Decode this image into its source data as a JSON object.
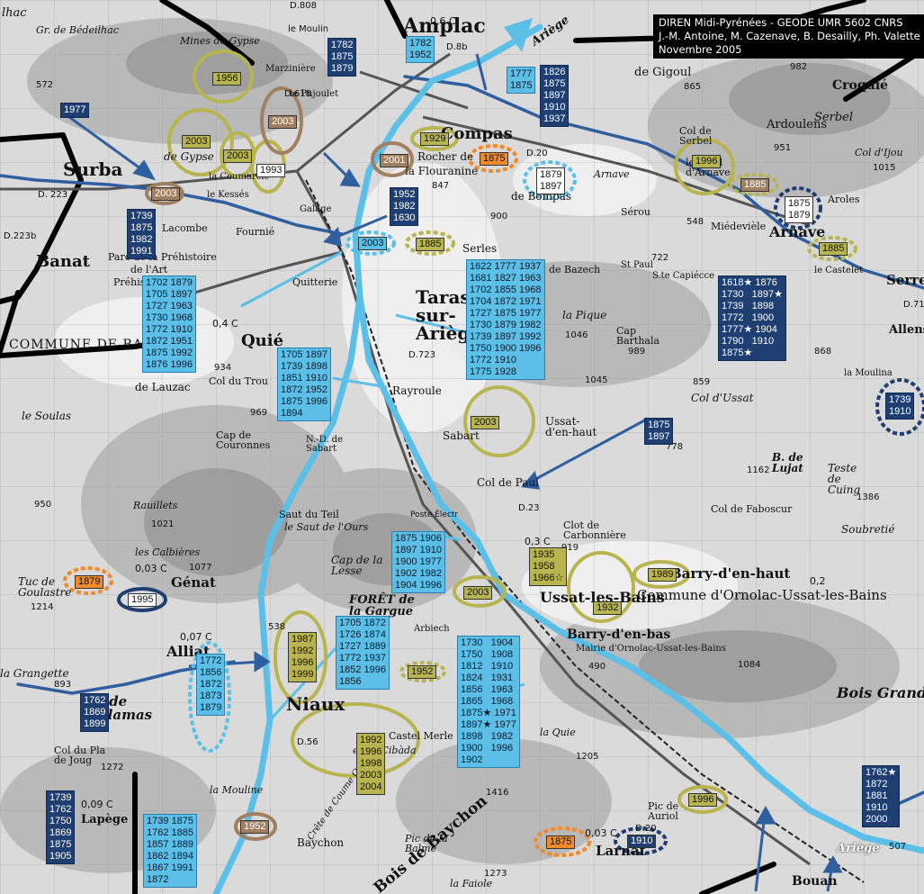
{
  "credit": {
    "line1": "DIREN Midi-Pyrénées - GEODE UMR 5602 CNRS",
    "line2": "J.-M. Antoine, M. Cazenave, B. Desailly, Ph. Valette",
    "line3": "Novembre 2005"
  },
  "colors": {
    "river": "#5bbfe8",
    "stream": "#2f5f9f",
    "border": "#000000",
    "olive": "#b8b44f",
    "orange": "#f08a2a",
    "tan": "#a08060",
    "navy": "#1f3f73"
  },
  "place_names": [
    {
      "id": "lhac",
      "text": "lhac"
    },
    {
      "id": "bedheilhac",
      "text": "Gr. de Bédeilhac"
    },
    {
      "id": "mines-gypse",
      "text": "Mines de Gypse"
    },
    {
      "id": "marzaniere",
      "text": "Marzinière"
    },
    {
      "id": "le-moulin",
      "text": "le Moulin"
    },
    {
      "id": "pujoulet",
      "text": "le Pujoulet"
    },
    {
      "id": "amplac",
      "text": "Amplac"
    },
    {
      "id": "de-gigoul",
      "text": "de Gigoul"
    },
    {
      "id": "croquie",
      "text": "Croquié"
    },
    {
      "id": "serbel",
      "text": "Serbel"
    },
    {
      "id": "col-serbel",
      "text": "Col de Serbel"
    },
    {
      "id": "ardoulens",
      "text": "Ardoulens"
    },
    {
      "id": "col-ijou",
      "text": "Col d'Ijou"
    },
    {
      "id": "surba",
      "text": "Surba"
    },
    {
      "id": "gypse",
      "text": "de Gypse"
    },
    {
      "id": "kesses",
      "text": "le Kessés"
    },
    {
      "id": "coumarciere",
      "text": "la Coumarciè"
    },
    {
      "id": "compas",
      "text": "Compas"
    },
    {
      "id": "rocher",
      "text": "Rocher de"
    },
    {
      "id": "flouranine",
      "text": "la Flouranine"
    },
    {
      "id": "bompas",
      "text": "de Bompas"
    },
    {
      "id": "fond-arnave",
      "text": "le Fond d'Arnave"
    },
    {
      "id": "arnave-river",
      "text": "Arnave"
    },
    {
      "id": "aroles",
      "text": "Aroles"
    },
    {
      "id": "serou",
      "text": "Sérou"
    },
    {
      "id": "miedeviele",
      "text": "Miédevièle"
    },
    {
      "id": "arnave",
      "text": "Arnave"
    },
    {
      "id": "banat",
      "text": "Banat"
    },
    {
      "id": "lacombe",
      "text": "Lacombe"
    },
    {
      "id": "parc-prehistoire",
      "text": "Parc de la Préhistoire"
    },
    {
      "id": "art",
      "text": "de l'Art"
    },
    {
      "id": "prehisto",
      "text": "Préhisto"
    },
    {
      "id": "fournie",
      "text": "Fournié"
    },
    {
      "id": "galage",
      "text": "Galage"
    },
    {
      "id": "serles",
      "text": "Serles"
    },
    {
      "id": "bazech",
      "text": "de Bazech"
    },
    {
      "id": "st-paul",
      "text": "St Paul"
    },
    {
      "id": "capiecce",
      "text": "S.te Capiécce"
    },
    {
      "id": "castelet",
      "text": "le Castelet"
    },
    {
      "id": "serre",
      "text": "Serre"
    },
    {
      "id": "quitterie",
      "text": "Quitterie"
    },
    {
      "id": "quie",
      "text": "Quié"
    },
    {
      "id": "tarascon",
      "text": "Tarascon-sur-Ariège"
    },
    {
      "id": "la-pique",
      "text": "la Pique"
    },
    {
      "id": "cap-barthala",
      "text": "Cap Barthala"
    },
    {
      "id": "allens",
      "text": "Allens"
    },
    {
      "id": "la-moulina",
      "text": "la Moulina"
    },
    {
      "id": "banat-dom",
      "text": "COMMUNE DE BANAT"
    },
    {
      "id": "lauzac",
      "text": "de Lauzac"
    },
    {
      "id": "col-du-trou",
      "text": "Col du Trou"
    },
    {
      "id": "le-soulas",
      "text": "le Soulas"
    },
    {
      "id": "rayroule",
      "text": "Rayroule"
    },
    {
      "id": "sabart",
      "text": "Sabart"
    },
    {
      "id": "ussat-haut",
      "text": "Ussat-d'en-haut"
    },
    {
      "id": "col-ussat",
      "text": "Col d'Ussat"
    },
    {
      "id": "lujat",
      "text": "B. de Lujat"
    },
    {
      "id": "teste-cuing",
      "text": "Teste de Cuing"
    },
    {
      "id": "cap-couronnes",
      "text": "Cap de Couronnes"
    },
    {
      "id": "nd-sabart",
      "text": "N.-D. de Sabart"
    },
    {
      "id": "col-paul",
      "text": "Col de Paul"
    },
    {
      "id": "fabocsur",
      "text": "Col de Faboscur"
    },
    {
      "id": "soubretie",
      "text": "Soubretié"
    },
    {
      "id": "rauillets",
      "text": "Rauillets"
    },
    {
      "id": "saut-teil",
      "text": "Saut du Teil"
    },
    {
      "id": "saut-ours",
      "text": "le Saut de l'Ours"
    },
    {
      "id": "poste",
      "text": "Poste Électr"
    },
    {
      "id": "clot",
      "text": "Clot de Carbonnière"
    },
    {
      "id": "calbieres",
      "text": "les Calbières"
    },
    {
      "id": "cap-lesse",
      "text": "Cap de la Lesse"
    },
    {
      "id": "tuc",
      "text": "Tuc de Goulastre"
    },
    {
      "id": "genat",
      "text": "Génat"
    },
    {
      "id": "foret",
      "text": "FORÊT de la Gargue"
    },
    {
      "id": "barry-haut",
      "text": "Barry-d'en-haut"
    },
    {
      "id": "ussat-bains",
      "text": "Ussat-les-Bains"
    },
    {
      "id": "commune-ornolac",
      "text": "Commune d'Ornolac-Ussat-les-Bains"
    },
    {
      "id": "alliat",
      "text": "Alliat"
    },
    {
      "id": "arbiech",
      "text": "Arbiech"
    },
    {
      "id": "barry-bas",
      "text": "Barry-d'en-bas"
    },
    {
      "id": "mairie",
      "text": "Mairie d'Ornolac-Ussat-les-Bains"
    },
    {
      "id": "grangette",
      "text": "la Grangette"
    },
    {
      "id": "calamas",
      "text": "B. de Calamas"
    },
    {
      "id": "niaux",
      "text": "Niaux"
    },
    {
      "id": "bois-grand",
      "text": "Bois Grand"
    },
    {
      "id": "castel-merle",
      "text": "Castel Merle"
    },
    {
      "id": "cibada",
      "text": "et de Cibàda"
    },
    {
      "id": "la-quie",
      "text": "la Quie"
    },
    {
      "id": "col-joug",
      "text": "Col du Pla de Joug"
    },
    {
      "id": "la-mouline",
      "text": "la Mouline"
    },
    {
      "id": "lapege",
      "text": "Lapège"
    },
    {
      "id": "coume-quine",
      "text": "Crête de Coume Quine"
    },
    {
      "id": "baychon",
      "text": "Baychon"
    },
    {
      "id": "bois-baychon",
      "text": "Bois de Baychon"
    },
    {
      "id": "pic-balme",
      "text": "Pic de la Balme"
    },
    {
      "id": "pic-auriol",
      "text": "Pic de Auriol"
    },
    {
      "id": "larnat",
      "text": "Larnat"
    },
    {
      "id": "ariege-bottom",
      "text": "Ariège"
    },
    {
      "id": "ariege-top",
      "text": "Ariège"
    },
    {
      "id": "bouan",
      "text": "Bouan"
    },
    {
      "id": "la-faiole",
      "text": "la Faiole"
    }
  ],
  "flood_year_labels": [
    {
      "id": "box-1782-1875-1879-a",
      "text": "1782\n1875\n1879"
    },
    {
      "id": "box-1782-1952",
      "text": "1782\n1952"
    },
    {
      "id": "box-1777-1875",
      "text": "1777\n1875"
    },
    {
      "id": "box-1826-1937",
      "text": "1826\n1875\n1897\n1910\n1937"
    },
    {
      "id": "box-1977",
      "text": "1977"
    },
    {
      "id": "box-1739-1991",
      "text": "1739\n1875\n1982\n1991"
    },
    {
      "id": "box-1952-1630",
      "text": "1952\n1982\n1630"
    },
    {
      "id": "box-tarascon-left",
      "text": "1702 1879\n1705 1897\n1727 1963\n1730 1968\n1772 1910\n1872 1951\n1875 1992\n1876 1996"
    },
    {
      "id": "box-tarascon-right",
      "text": "1622 1777 1937\n1681 1827 1963\n1702 1855 1968\n1704 1872 1971\n1727 1875 1977\n1730 1879 1982\n1739 1897 1992\n1750 1900 1996\n1772 1910\n1775 1928"
    },
    {
      "id": "box-arnave",
      "text": "1618★ 1876\n1730   1897★\n1739   1898\n1772   1900\n1777★ 1904\n1790   1910\n1875★"
    },
    {
      "id": "box-rayroule",
      "text": "1705 1897\n1739 1898\n1851 1910\n1872 1952\n1875 1996\n1894"
    },
    {
      "id": "box-1875-1897-ussat",
      "text": "1875\n1897"
    },
    {
      "id": "box-1739-1910",
      "text": "1739\n1910"
    },
    {
      "id": "box-sabart",
      "text": "1875 1906\n1897 1910\n1900 1977\n1902 1982\n1904 1996"
    },
    {
      "id": "box-niaux",
      "text": "1705 1872\n1726 1874\n1727 1889\n1772 1937\n1852 1996\n1856"
    },
    {
      "id": "box-quie",
      "text": "1730   1904\n1750   1908\n1812   1910\n1824   1931\n1856   1963\n1865   1968\n1875★ 1971\n1897★ 1977\n1898   1982\n1900   1996\n1902"
    },
    {
      "id": "box-calamas",
      "text": "1772\n1856\n1872\n1873\n1879"
    },
    {
      "id": "box-grangette",
      "text": "1762\n1869\n1899"
    },
    {
      "id": "box-lapege",
      "text": "1739\n1762\n1750\n1869\n1875\n1905"
    },
    {
      "id": "box-bottom",
      "text": "1739 1875\n1762 1885\n1857 1889\n1862 1894\n1867 1991\n1872"
    },
    {
      "id": "box-bouan",
      "text": "1762★\n1872\n1881\n1910\n2000"
    }
  ],
  "event_tags": [
    {
      "id": "t1956",
      "text": "1956",
      "style": "olive"
    },
    {
      "id": "t2003-a",
      "text": "2003",
      "style": "olive"
    },
    {
      "id": "t2003-b",
      "text": "2003",
      "style": "olive"
    },
    {
      "id": "t1993",
      "text": "1993",
      "style": "white"
    },
    {
      "id": "t2003-c",
      "text": "2003",
      "style": "tan"
    },
    {
      "id": "t2003-d",
      "text": "2003",
      "style": "tan"
    },
    {
      "id": "t1929",
      "text": "1929",
      "style": "olive"
    },
    {
      "id": "t2001",
      "text": "2001",
      "style": "tan"
    },
    {
      "id": "t1875-o",
      "text": "1875",
      "style": "orange"
    },
    {
      "id": "t1879-1897",
      "text": "1879\n1897",
      "style": "white"
    },
    {
      "id": "t1996-a",
      "text": "1996",
      "style": "olive"
    },
    {
      "id": "t1885-a",
      "text": "1885",
      "style": "tan"
    },
    {
      "id": "t1875-1879",
      "text": "1875\n1879",
      "style": "white"
    },
    {
      "id": "t2003-e",
      "text": "2003",
      "style": "lightblue"
    },
    {
      "id": "t1885-b",
      "text": "1885",
      "style": "olive"
    },
    {
      "id": "t1885-c",
      "text": "1885",
      "style": "olive"
    },
    {
      "id": "t2003-f",
      "text": "2003",
      "style": "olive"
    },
    {
      "id": "t1935",
      "text": "1935\n1958\n1966☆",
      "style": "olive"
    },
    {
      "id": "t1989",
      "text": "1989",
      "style": "olive"
    },
    {
      "id": "t1932",
      "text": "1932",
      "style": "olive"
    },
    {
      "id": "t2003-g",
      "text": "2003",
      "style": "olive"
    },
    {
      "id": "t1879-o",
      "text": "1879",
      "style": "orange"
    },
    {
      "id": "t1995",
      "text": "1995",
      "style": "white"
    },
    {
      "id": "t1987",
      "text": "1987\n1992\n1996\n1999",
      "style": "olive"
    },
    {
      "id": "t1952-a",
      "text": "1952",
      "style": "olive"
    },
    {
      "id": "t1992-2004",
      "text": "1992\n1996\n1998\n2003\n2004",
      "style": "olive"
    },
    {
      "id": "t1996-b",
      "text": "1996",
      "style": "olive"
    },
    {
      "id": "t1952-b",
      "text": "1952",
      "style": "tan"
    },
    {
      "id": "t1875-o2",
      "text": "1875",
      "style": "orange"
    },
    {
      "id": "t1910",
      "text": "1910",
      "style": "navy"
    }
  ],
  "road_labels": [
    {
      "id": "d808",
      "text": "D.808"
    },
    {
      "id": "d223",
      "text": "D. 223"
    },
    {
      "id": "d223b",
      "text": "D.223b"
    },
    {
      "id": "d20",
      "text": "D.20"
    },
    {
      "id": "d20b",
      "text": "D.20"
    },
    {
      "id": "d23",
      "text": "D.23"
    },
    {
      "id": "d723",
      "text": "D.723"
    },
    {
      "id": "d618",
      "text": "D.618"
    },
    {
      "id": "d56",
      "text": "D.56"
    },
    {
      "id": "d8b",
      "text": "D.8b"
    },
    {
      "id": "d71",
      "text": "D.71"
    }
  ],
  "numbers": [
    {
      "id": "n572",
      "text": "572"
    },
    {
      "id": "n865",
      "text": "865"
    },
    {
      "id": "n982",
      "text": "982"
    },
    {
      "id": "n951",
      "text": "951"
    },
    {
      "id": "n1015",
      "text": "1015"
    },
    {
      "id": "n847",
      "text": "847"
    },
    {
      "id": "n900",
      "text": "900"
    },
    {
      "id": "n548",
      "text": "548"
    },
    {
      "id": "n722",
      "text": "722"
    },
    {
      "id": "n868",
      "text": "868"
    },
    {
      "id": "n1046",
      "text": "1046"
    },
    {
      "id": "n989",
      "text": "989"
    },
    {
      "id": "n934",
      "text": "934"
    },
    {
      "id": "n969",
      "text": "969"
    },
    {
      "id": "n1045",
      "text": "1045"
    },
    {
      "id": "n859",
      "text": "859"
    },
    {
      "id": "n778",
      "text": "778"
    },
    {
      "id": "n1162",
      "text": "1162"
    },
    {
      "id": "n1386",
      "text": "1386"
    },
    {
      "id": "n950",
      "text": "950"
    },
    {
      "id": "n1021",
      "text": "1021"
    },
    {
      "id": "n1077",
      "text": "1077"
    },
    {
      "id": "n919",
      "text": "919"
    },
    {
      "id": "n1214",
      "text": "1214"
    },
    {
      "id": "n893",
      "text": "893"
    },
    {
      "id": "n538",
      "text": "538"
    },
    {
      "id": "n490",
      "text": "490"
    },
    {
      "id": "n1084",
      "text": "1084"
    },
    {
      "id": "n1205",
      "text": "1205"
    },
    {
      "id": "n1272",
      "text": "1272"
    },
    {
      "id": "n1416",
      "text": "1416"
    },
    {
      "id": "n507",
      "text": "507"
    },
    {
      "id": "n1273",
      "text": "1273"
    },
    {
      "id": "n06",
      "text": "0,6 C"
    },
    {
      "id": "n04",
      "text": "0,4 C"
    },
    {
      "id": "n03",
      "text": "0,3 C"
    },
    {
      "id": "n003",
      "text": "0,03 C"
    },
    {
      "id": "n007",
      "text": "0,07 C"
    },
    {
      "id": "n009",
      "text": "0,09 C"
    },
    {
      "id": "n003b",
      "text": "0,03 C"
    },
    {
      "id": "n02",
      "text": "0,2"
    }
  ]
}
